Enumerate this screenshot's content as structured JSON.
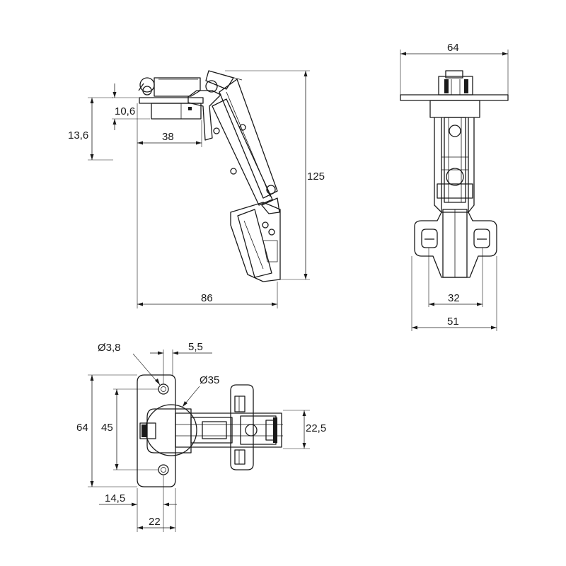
{
  "side_view": {
    "dim_plate_thickness": "10,6",
    "dim_offset": "13,6",
    "dim_cup_depth": "38",
    "dim_height": "125",
    "dim_width": "86"
  },
  "front_view": {
    "dim_plate_width": "64",
    "dim_hole_spacing": "32",
    "dim_base_width": "51"
  },
  "top_view": {
    "dim_screw_hole": "Ø3,8",
    "dim_hole_offset": "5,5",
    "dim_cup_diameter": "Ø35",
    "dim_overall_height": "64",
    "dim_screw_spacing": "45",
    "dim_arm_width": "22,5",
    "dim_cup_edge": "14,5",
    "dim_cup_plate": "22"
  }
}
